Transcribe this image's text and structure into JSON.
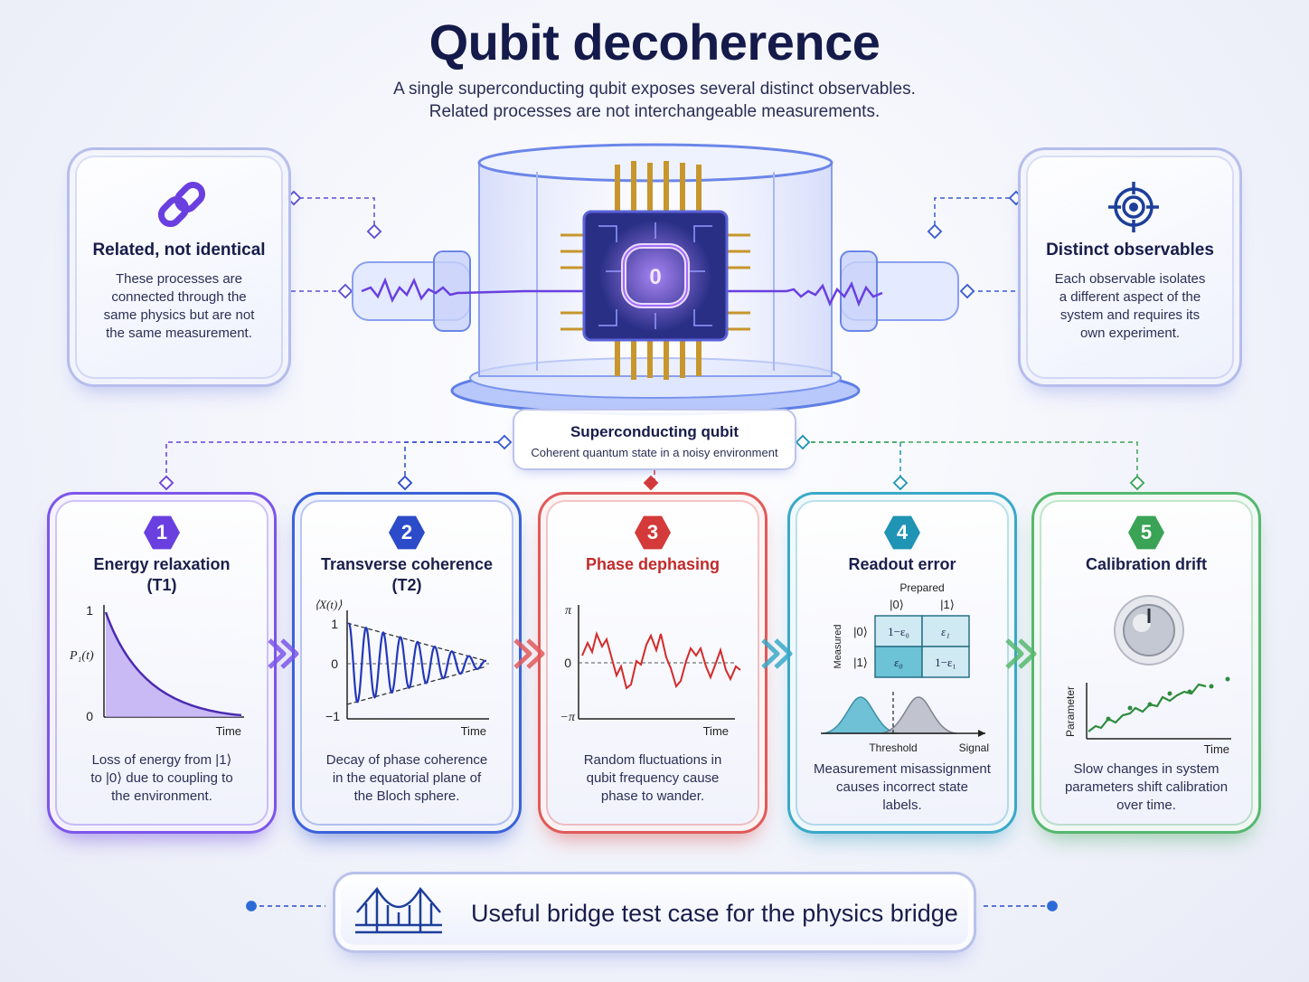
{
  "header": {
    "title": "Qubit decoherence",
    "subtitle_line1": "A single superconducting qubit exposes several distinct observables.",
    "subtitle_line2": "Related processes are not interchangeable measurements."
  },
  "side_left": {
    "icon": "chain-link-icon",
    "title": "Related, not identical",
    "body": [
      "These processes are",
      "connected through the",
      "same physics but are not",
      "the same measurement."
    ]
  },
  "side_right": {
    "icon": "target-icon",
    "title": "Distinct observables",
    "body": [
      "Each observable isolates",
      "a different aspect of the",
      "system and requires its",
      "own experiment."
    ]
  },
  "hub": {
    "title": "Superconducting qubit",
    "subtitle": "Coherent quantum state in a noisy environment",
    "chip_label": "0"
  },
  "cards": [
    {
      "number": "1",
      "color": "#6a3fe0",
      "title_lines": [
        "Energy relaxation",
        "(T1)"
      ],
      "plot": {
        "ylabel": "P₁(t)",
        "ytick_top": "1",
        "ytick_bottom": "0",
        "xlabel": "Time"
      },
      "body": [
        "Loss of energy from |1⟩",
        "to |0⟩ due to coupling to",
        "the environment."
      ]
    },
    {
      "number": "2",
      "color": "#2b4bc8",
      "title_lines": [
        "Transverse coherence",
        "(T2)"
      ],
      "plot": {
        "ylabel": "⟨X(t)⟩",
        "ytick_top": "1",
        "ytick_mid": "0",
        "ytick_bottom": "−1",
        "xlabel": "Time"
      },
      "body": [
        "Decay of phase coherence",
        "in the equatorial plane of",
        "the Bloch sphere."
      ]
    },
    {
      "number": "3",
      "color": "#d43a3a",
      "title_lines": [
        "Phase dephasing"
      ],
      "plot": {
        "ytick_top": "π",
        "ytick_mid": "0",
        "ytick_bottom": "−π",
        "xlabel": "Time"
      },
      "body": [
        "Random fluctuations in",
        "qubit frequency cause",
        "phase to wander."
      ]
    },
    {
      "number": "4",
      "color": "#1f94b4",
      "title_lines": [
        "Readout error"
      ],
      "matrix": {
        "col_header": "Prepared",
        "row_header": "Measured",
        "cols": [
          "|0⟩",
          "|1⟩"
        ],
        "rows": [
          "|0⟩",
          "|1⟩"
        ],
        "cells": [
          [
            "1−ε₀",
            "ε₁"
          ],
          [
            "ε₀",
            "1−ε₁"
          ]
        ]
      },
      "plot": {
        "threshold_label": "Threshold",
        "xlabel": "Signal"
      },
      "body": [
        "Measurement misassignment",
        "causes incorrect state",
        "labels."
      ]
    },
    {
      "number": "5",
      "color": "#3aa356",
      "title_lines": [
        "Calibration drift"
      ],
      "plot": {
        "ylabel": "Parameter",
        "xlabel": "Time"
      },
      "body": [
        "Slow changes in system",
        "parameters shift calibration",
        "over time."
      ]
    }
  ],
  "banner": {
    "icon": "bridge-icon",
    "text": "Useful bridge test case for the physics bridge"
  },
  "colors": {
    "purple": "#6a3fe0",
    "blue": "#2b4bc8",
    "red": "#d43a3a",
    "teal": "#1f94b4",
    "green": "#3aa356"
  }
}
